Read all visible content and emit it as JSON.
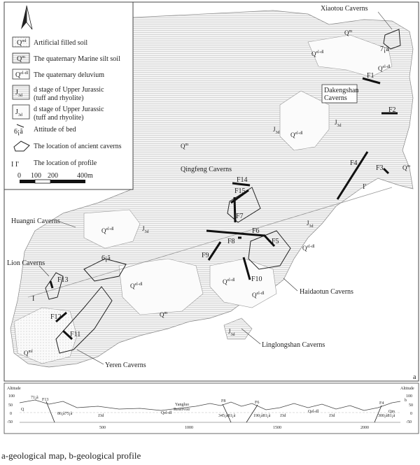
{
  "legend": {
    "items": [
      {
        "symbol": "Q",
        "sup": "ml",
        "sub": "",
        "text": "Artificial filled soil"
      },
      {
        "symbol": "Q",
        "sup": "m",
        "sub": "",
        "text": "The quaternary Marine silt soil"
      },
      {
        "symbol": "Q",
        "sup": "el-dl",
        "sub": "",
        "text": "The quaternary deluvium"
      },
      {
        "symbol": "J",
        "sup": "",
        "sub": "3d",
        "text": "d stage of Upper Jurassic",
        "text2": "(tuff and rhyolite)"
      },
      {
        "symbol": "J",
        "sup": "",
        "sub": "3d",
        "text": "d stage of Upper Jurassic",
        "text2": "(tuff and rhyolite)"
      },
      {
        "symbol": "6¡ã",
        "sup": "",
        "sub": "",
        "text": "Attitude of bed"
      },
      {
        "symbol": "",
        "sup": "",
        "sub": "",
        "text": "The location of ancient caverns"
      },
      {
        "symbol": "I   I'",
        "sup": "",
        "sub": "",
        "text": "The location of profile"
      }
    ],
    "scale": {
      "labels": [
        "0",
        "100",
        "200",
        "400m"
      ]
    }
  },
  "caverns": [
    "Xiaotou Caverns",
    "Dakengshan",
    "Caverns",
    "Qingfeng Caverns",
    "Huangni Caverns",
    "Lion Caverns",
    "Haidaotun Caverns",
    "Linglongshan Caverns",
    "Yeren Caverns"
  ],
  "faults": [
    "F1",
    "F2",
    "F3",
    "F4",
    "F5",
    "F6",
    "F7",
    "F8",
    "F9",
    "F10",
    "F11",
    "F12",
    "F13",
    "F14",
    "F15"
  ],
  "units": {
    "Q": "Q",
    "m": "m",
    "eldl": "el-dl",
    "J": "J",
    "j3d": "3d"
  },
  "map_marks": {
    "attitude_ne": "7¡ã",
    "attitude_w": "6¡ã",
    "profile_start": "I",
    "profile_end": "I'",
    "panel_a": "a",
    "panel_b": "b"
  },
  "profile": {
    "axis_label": "Altitude",
    "y_ticks": [
      "100",
      "50",
      "0",
      "-50"
    ],
    "x_ticks": [
      "500",
      "1000",
      "1500",
      "2000"
    ],
    "place": "Yangluo",
    "place2": "Reservoir",
    "faults": [
      "F13",
      "F8",
      "F6",
      "F4"
    ],
    "attitudes": [
      "71¡ã",
      "86¡ã75¡ã",
      "345¡ã81¡ã",
      "190¡ã81¡ã",
      "300¡ã81¡ã"
    ],
    "units": [
      "Q",
      "J3d",
      "Qel-dl",
      "J3d",
      "Qel-dl",
      "J3d",
      "Qm"
    ]
  },
  "caption": "a-geological map, b-geological profile"
}
